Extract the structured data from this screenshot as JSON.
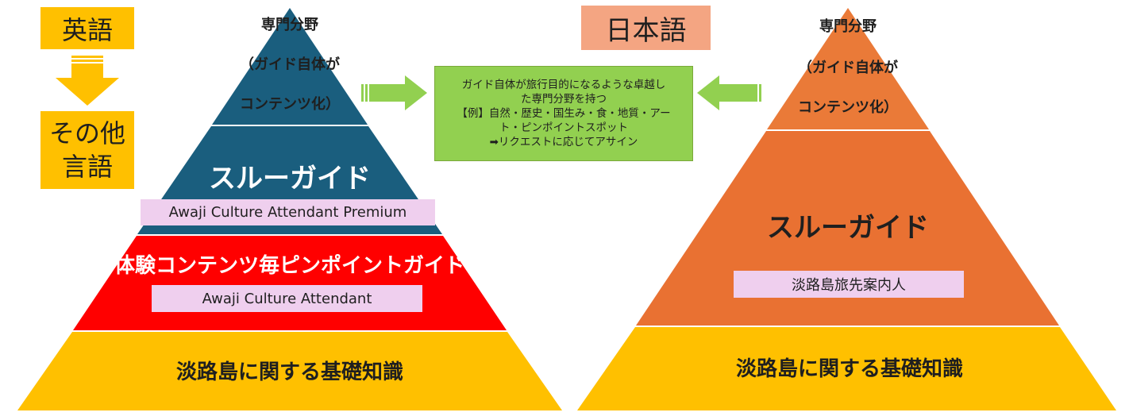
{
  "colors": {
    "navy": "#1a5e7e",
    "red": "#ff0000",
    "gold": "#ffc000",
    "orange": "#e97132",
    "orange_top": "#ea7a38",
    "lang_box": "#ffc000",
    "jp_box": "#f4a582",
    "note_green": "#92d050",
    "arrow_green": "#92d050",
    "pink_label": "#efcfee"
  },
  "left_column": {
    "lang_top": "英語",
    "lang_bottom_line1": "その他",
    "lang_bottom_line2": "言語",
    "arrow_icon": "down-arrow-icon"
  },
  "left_pyramid": {
    "top_line1": "専門分野",
    "top_line2": "（ガイド自体が",
    "top_line3": "コンテンツ化）",
    "tier2_title": "スルーガイド",
    "tier2_label": "Awaji Culture Attendant Premium",
    "tier3_title": "体験コンテンツ毎ピンポイントガイド",
    "tier3_label": "Awaji Culture Attendant",
    "base_title": "淡路島に関する基礎知識"
  },
  "center_note": {
    "line1": "ガイド自体が旅行目的になるような卓越し",
    "line2": "た専門分野を持つ",
    "line3": "【例】自然・歴史・国生み・食・地質・アー",
    "line4": "ト・ピンポイントスポット",
    "line5": "➡リクエストに応じてアサイン"
  },
  "right_header": {
    "lang": "日本語"
  },
  "right_pyramid": {
    "top_line1": "専門分野",
    "top_line2": "（ガイド自体が",
    "top_line3": "コンテンツ化）",
    "tier2_title": "スルーガイド",
    "tier2_label": "淡路島旅先案内人",
    "base_title": "淡路島に関する基礎知識"
  }
}
